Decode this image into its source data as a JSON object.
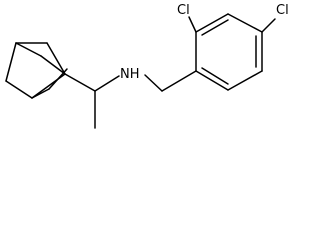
{
  "molecule": {
    "atoms": {
      "amine": "NH",
      "chlorine_top": "Cl",
      "chlorine_right": "Cl"
    }
  }
}
